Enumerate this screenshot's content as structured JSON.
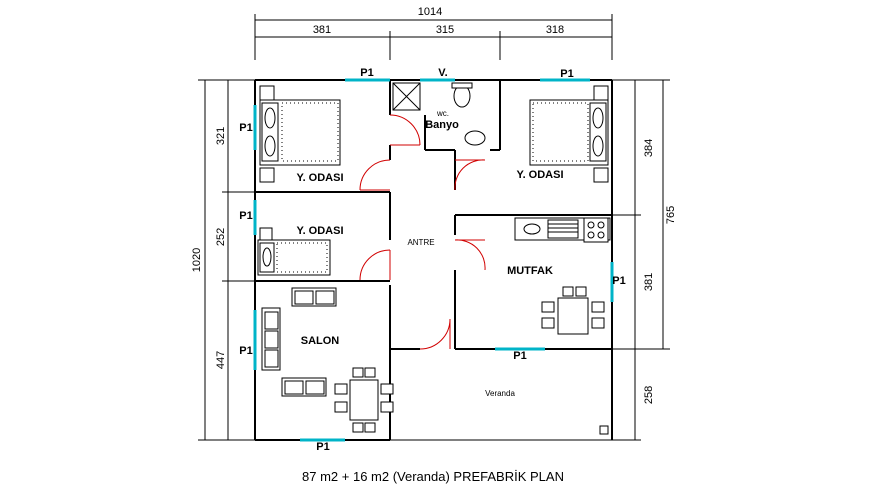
{
  "dimensions": {
    "total_width": "1014",
    "top": [
      "381",
      "315",
      "318"
    ],
    "left_total": "1020",
    "left": [
      "321",
      "252",
      "447"
    ],
    "right_total": "765",
    "right": [
      "384",
      "381",
      "258"
    ]
  },
  "rooms": {
    "bedroom_1": "Y. ODASI",
    "bedroom_2": "Y. ODASI",
    "bedroom_3": "Y. ODASI",
    "wc": "wc.",
    "bath": "Banyo",
    "hall": "ANTRE",
    "kitchen": "MUTFAK",
    "living": "SALON",
    "veranda": "Veranda"
  },
  "window_labels": {
    "p1": "P1",
    "v": "V."
  },
  "caption": "87 m2 + 16 m2 (Veranda) PREFABRİK PLAN"
}
